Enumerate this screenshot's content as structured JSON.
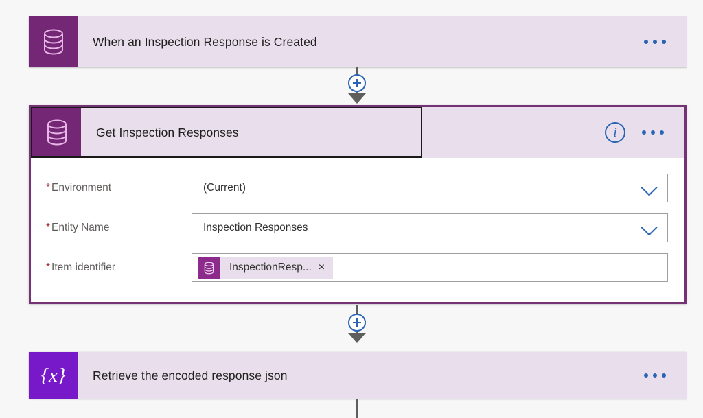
{
  "canvas": {
    "background": "#f7f7f7"
  },
  "colors": {
    "connector_blue": "#2a64b4",
    "card_lavender": "#e9dfec",
    "db_icon_purple": "#742774",
    "expression_icon_purple": "#7719c9",
    "selected_border": "#733374",
    "required_asterisk": "#a4262c"
  },
  "trigger_card": {
    "title": "When an Inspection Response is Created",
    "icon": "database-icon",
    "menu": "ellipsis-menu"
  },
  "selected_card": {
    "title": "Get Inspection Responses",
    "icon": "database-icon",
    "info": "info-icon",
    "menu": "ellipsis-menu",
    "fields": [
      {
        "label": "Environment",
        "required": "*",
        "value": "(Current)",
        "control": "dropdown",
        "chevron": "chevron-down-icon"
      },
      {
        "label": "Entity Name",
        "required": "*",
        "value": "Inspection Responses",
        "control": "dropdown",
        "chevron": "chevron-down-icon"
      },
      {
        "label": "Item identifier",
        "required": "*",
        "value": "",
        "control": "token-input",
        "token": {
          "text": "InspectionResp...",
          "close": "×",
          "icon": "database-icon"
        }
      }
    ]
  },
  "action_card": {
    "title": "Retrieve the encoded response json",
    "icon": "expression-icon",
    "icon_glyph": "{x}",
    "menu": "ellipsis-menu"
  },
  "connectors": [
    {
      "name": "connector-trigger-to-selected",
      "plus": "add-step-button"
    },
    {
      "name": "connector-selected-to-action",
      "plus": "add-step-button"
    },
    {
      "name": "connector-action-downstream",
      "plus": null
    }
  ]
}
